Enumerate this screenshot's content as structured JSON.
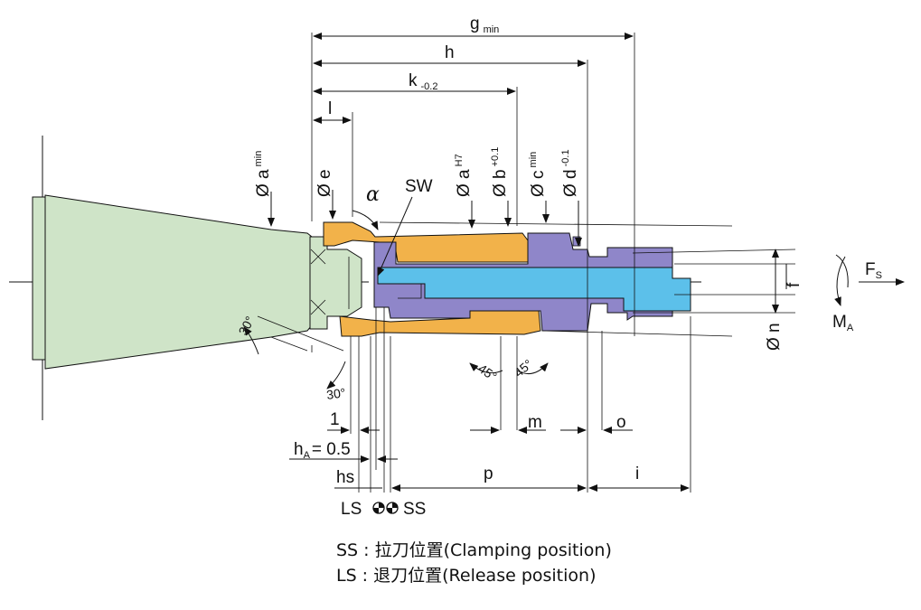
{
  "dimensions": {
    "g": "g",
    "g_sub": "min",
    "h": "h",
    "k": "k",
    "k_sub": "-0.2",
    "l": "l",
    "a_min": "Ø a",
    "a_min_sub": "min",
    "e": "Ø e",
    "sw": "SW",
    "alpha": "α",
    "a_h7": "Ø a",
    "a_h7_sup": "H7",
    "b": "Ø b",
    "b_sup": "+0.1",
    "c": "Ø c",
    "c_sub": "min",
    "d": "Ø d",
    "d_sub": "-0.1",
    "fs": "F",
    "fs_sub": "S",
    "f": "f",
    "ma": "M",
    "ma_sub": "A",
    "n": "Ø n",
    "angle_30_a": "30°",
    "angle_30_b": "30°",
    "angle_45_a": "45°",
    "angle_45_b": "45°",
    "one": "1",
    "m": "m",
    "o": "o",
    "ha": "h",
    "ha_sub": "A",
    "ha_value": "= 0.5",
    "hs": "hs",
    "p": "p",
    "i": "i",
    "ls": "LS",
    "ss": "SS"
  },
  "legend": {
    "ss_line": "SS : 拉刀位置(Clamping position)",
    "ls_line": "LS : 退刀位置(Release position)"
  },
  "colors": {
    "holder": "#cfe4c8",
    "collet": "#f2b24a",
    "nut": "#8f86c9",
    "rod": "#5cc0ea",
    "line": "#111111"
  }
}
